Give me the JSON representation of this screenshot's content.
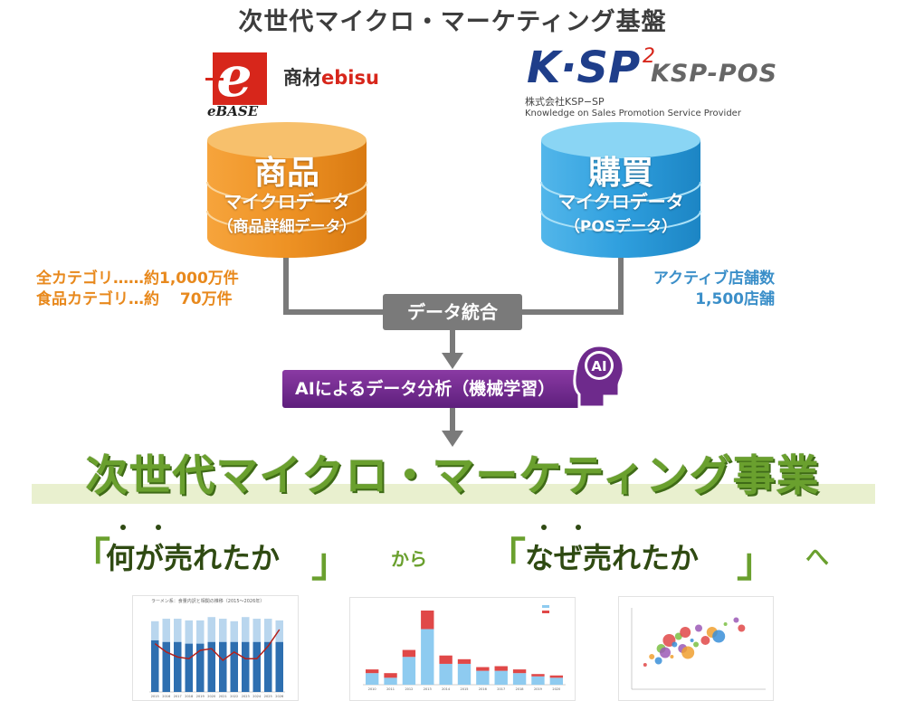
{
  "title": "次世代マイクロ・マーケティング基盤",
  "left_logo": {
    "mark_text": "eBASE",
    "name_prefix": "商材",
    "name_suffix": "ebisu"
  },
  "right_logo": {
    "mark_text": "K·SP",
    "superscript": "2",
    "pos_text": "KSP-POS",
    "company": "株式会社KSP−SP",
    "company_en": "Knowledge on Sales Promotion Service Provider"
  },
  "left_db": {
    "title": "商品",
    "subtitle": "マイクロデータ",
    "note": "（商品詳細データ）",
    "color_top": "#f7b85a",
    "color_body": "#ee9224"
  },
  "right_db": {
    "title": "購買",
    "subtitle": "マイクロデータ",
    "note": "（POSデータ）",
    "color_top": "#7fd0f2",
    "color_body": "#2f9fde"
  },
  "left_stats": [
    "全カテゴリ……約1,000万件",
    "食品カテゴリ…約　 70万件"
  ],
  "right_stats": [
    "アクティブ店舗数",
    "1,500店舗"
  ],
  "integration_label": "データ統合",
  "ai_label": "AIによるデータ分析（機械学習）",
  "ai_badge": "AI",
  "main_title": "次世代マイクロ・マーケティング事業",
  "tagline": {
    "open": "「",
    "close": "」",
    "part1": "何が売れたか",
    "connector": "から",
    "part2": "なぜ売れたか",
    "suffix": "へ"
  },
  "colors": {
    "accent_green": "#6aa02e",
    "orange": "#e8891d",
    "blue": "#3b8fc9",
    "purple": "#6e2a8c",
    "gray": "#7a7a7a"
  },
  "chart_data": [
    {
      "type": "bar",
      "title": "ラーメン系：食量内訳と相関の推移（2015〜2026年）",
      "categories": [
        "2015",
        "2016",
        "2017",
        "2018",
        "2019",
        "2020",
        "2021",
        "2022",
        "2023",
        "2024",
        "2025",
        "2026"
      ],
      "series": [
        {
          "values": [
            85,
            88,
            88,
            86,
            86,
            90,
            88,
            85,
            90,
            88,
            88,
            86
          ]
        },
        {
          "values": [
            62,
            60,
            60,
            58,
            58,
            60,
            60,
            60,
            60,
            60,
            60,
            60
          ]
        },
        {
          "values": [
            58,
            48,
            42,
            40,
            50,
            52,
            38,
            48,
            40,
            40,
            55,
            75
          ]
        }
      ],
      "ylim": [
        0,
        100
      ]
    },
    {
      "type": "bar",
      "title": "",
      "categories": [
        "2010",
        "2011",
        "2012",
        "2013",
        "2014",
        "2015",
        "2016",
        "2017",
        "2018",
        "2019",
        "2020"
      ],
      "series": [
        {
          "values": [
            25,
            15,
            60,
            120,
            45,
            45,
            30,
            30,
            25,
            18,
            15
          ]
        },
        {
          "values": [
            8,
            10,
            15,
            40,
            18,
            10,
            8,
            10,
            8,
            5,
            5
          ]
        }
      ],
      "ylim": [
        0,
        160
      ]
    },
    {
      "type": "scatter",
      "title": "",
      "x": [
        0.1,
        0.15,
        0.2,
        0.22,
        0.25,
        0.28,
        0.3,
        0.32,
        0.35,
        0.38,
        0.4,
        0.42,
        0.45,
        0.48,
        0.5,
        0.55,
        0.6,
        0.65,
        0.7,
        0.78,
        0.82
      ],
      "y": [
        0.3,
        0.4,
        0.35,
        0.5,
        0.45,
        0.6,
        0.4,
        0.55,
        0.65,
        0.5,
        0.7,
        0.45,
        0.6,
        0.55,
        0.75,
        0.6,
        0.7,
        0.65,
        0.8,
        0.85,
        0.75
      ],
      "ylim": [
        0,
        1
      ]
    }
  ]
}
